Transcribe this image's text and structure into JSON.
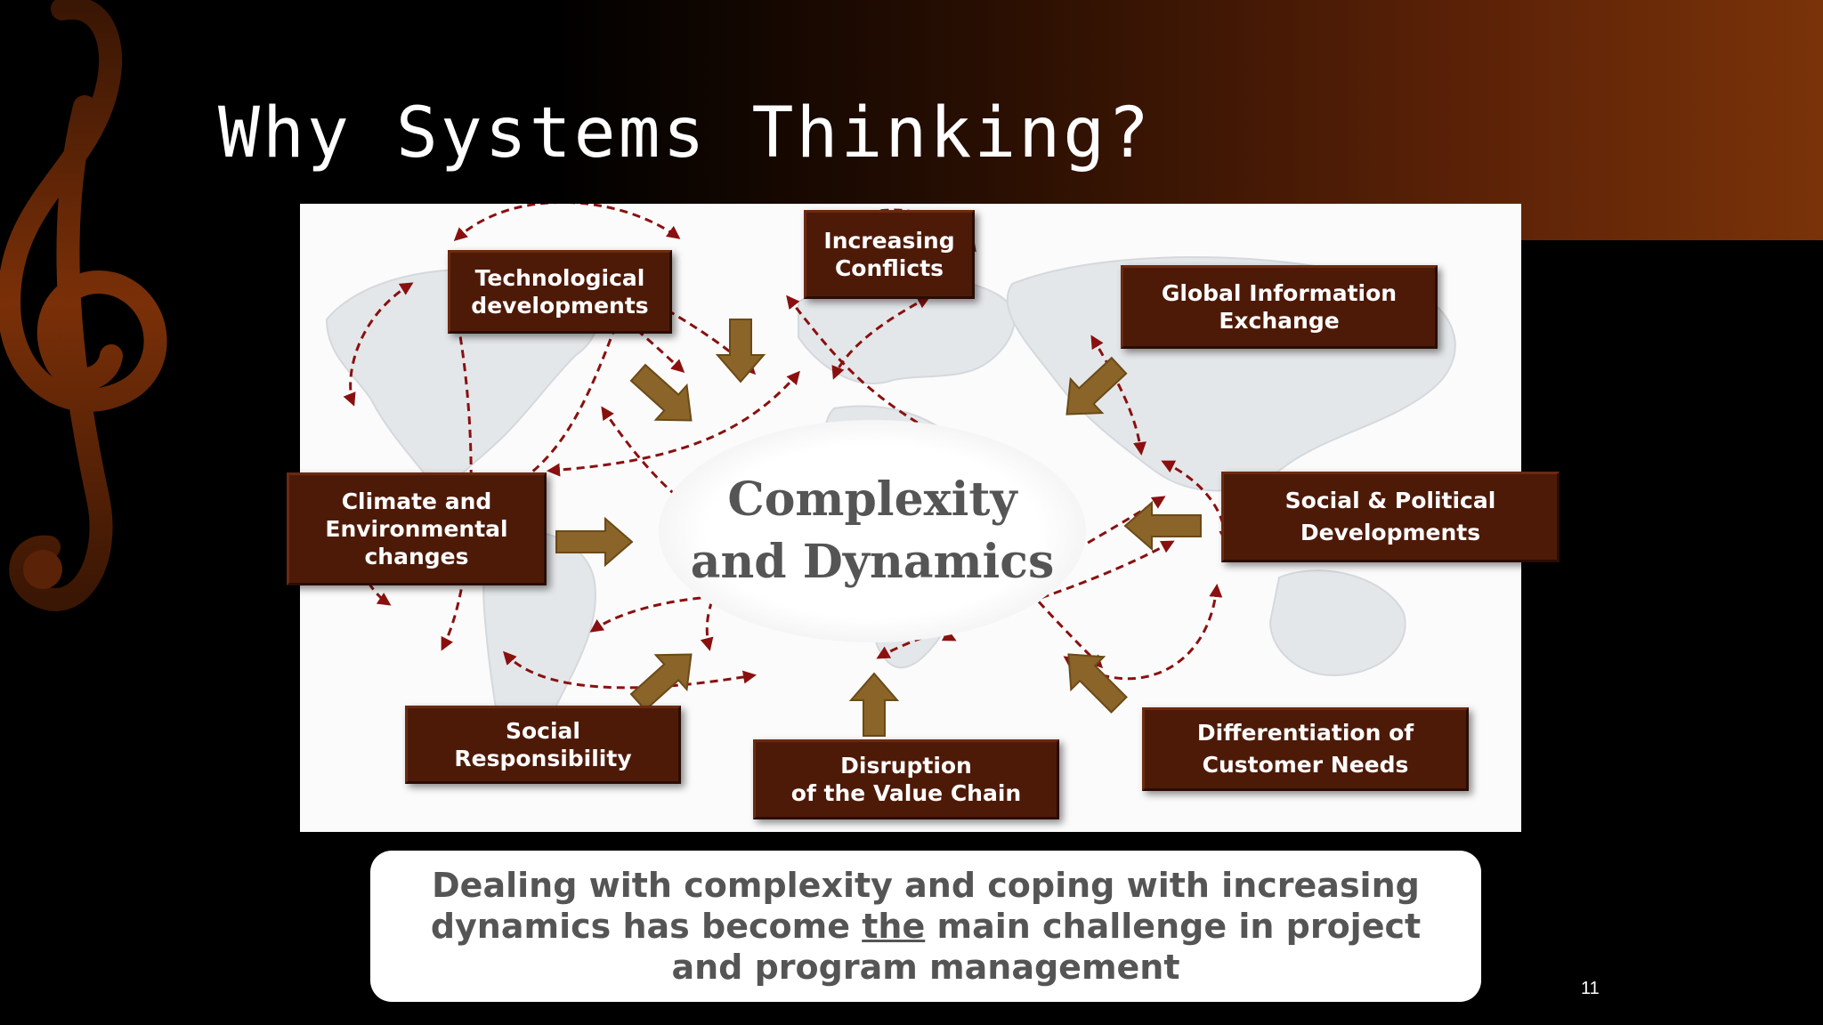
{
  "slide": {
    "title": "Why Systems Thinking?",
    "page_number": "11"
  },
  "diagram": {
    "center": {
      "line1": "Complexity",
      "line2": "and Dynamics"
    },
    "nodes": {
      "tech": {
        "line1": "Technological",
        "line2": "developments"
      },
      "conflicts": {
        "line1": "Increasing",
        "line2": "Conflicts"
      },
      "global": {
        "line1": "Global Information",
        "line2": "Exchange"
      },
      "climate": {
        "line1": "Climate and",
        "line2": "Environmental",
        "line3": "changes"
      },
      "social_political": {
        "line1": "Social & Political",
        "line2": "Developments"
      },
      "social_resp": {
        "line1": "Social",
        "line2": "Responsibility"
      },
      "disruption": {
        "line1": "Disruption",
        "line2": "of the Value Chain"
      },
      "differentiation": {
        "line1": "Differentiation of",
        "line2": "Customer Needs"
      }
    }
  },
  "callout": {
    "line1": "Dealing with complexity and coping with increasing",
    "line2_pre": "dynamics has become ",
    "line2_emph": "the",
    "line2_post": " main challenge in project",
    "line3": "and program management"
  },
  "colors": {
    "node_fill": "#4e1a08",
    "arrow_fill": "#8a6428",
    "dashed_link": "#8a1010",
    "accent_gradient_end": "#7a3309"
  }
}
